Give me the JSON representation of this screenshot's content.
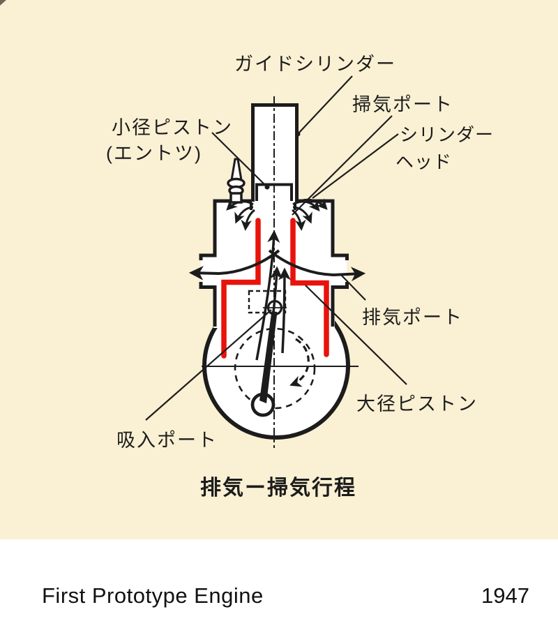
{
  "palette": {
    "background_cream": "#FAF0D3",
    "footer_white": "#FFFFFF",
    "ink_black": "#1C1C1C",
    "piston_red": "#E8130B"
  },
  "diagram": {
    "labels": {
      "guide_cylinder": "ガイドシリンダー",
      "scavenging_port": "掃気ポート",
      "cylinder_head_line1": "シリンダー",
      "cylinder_head_line2": "ヘッド",
      "small_piston": "小径ピストン",
      "small_piston_note": "(エントツ)",
      "exhaust_port": "排気ポート",
      "large_piston": "大径ピストン",
      "intake_port": "吸入ポート",
      "caption": "排気ー掃気行程"
    }
  },
  "footer": {
    "title": "First Prototype Engine",
    "year": "1947"
  }
}
